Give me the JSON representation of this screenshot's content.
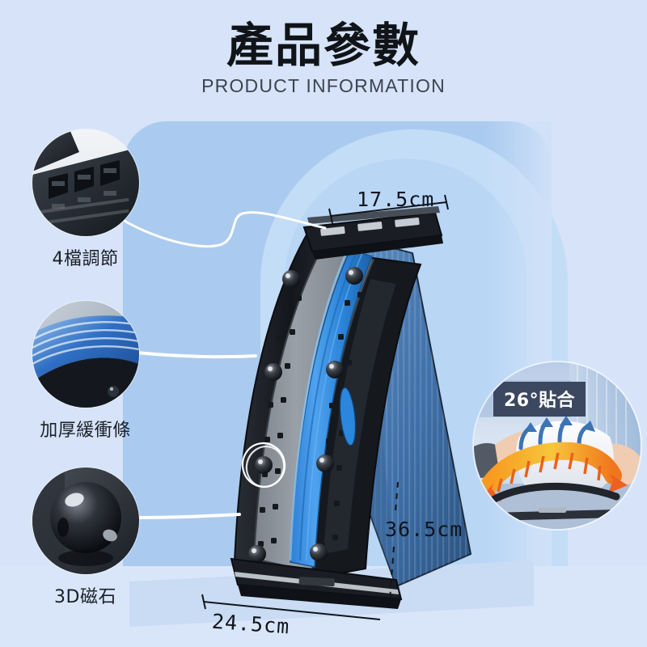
{
  "header": {
    "title_cn": "產品參數",
    "title_en": "PRODUCT INFORMATION"
  },
  "features": [
    {
      "id": "adjust-levels",
      "label": "4檔調節",
      "photo_name": "ratchet-notches-photo"
    },
    {
      "id": "cushion-strip",
      "label": "加厚緩衝條",
      "photo_name": "blue-cushion-strip-photo"
    },
    {
      "id": "magnet",
      "label": "3D磁石",
      "photo_name": "magnet-dome-photo"
    }
  ],
  "dimensions": {
    "width_top": "17.5cm",
    "height_right": "36.5cm",
    "depth_bottom": "24.5cm"
  },
  "inset": {
    "badge": "26°貼合",
    "photo_name": "spine-conform-photo"
  },
  "colors": {
    "background": "#d6e3f8",
    "panel": "#aacbef",
    "arch_light": "#c4ddf7",
    "badge_bg": "#3c4760",
    "accent_blue": "#2f8fe0",
    "product_dark": "#1b1e24",
    "text_dark": "#12161c"
  }
}
